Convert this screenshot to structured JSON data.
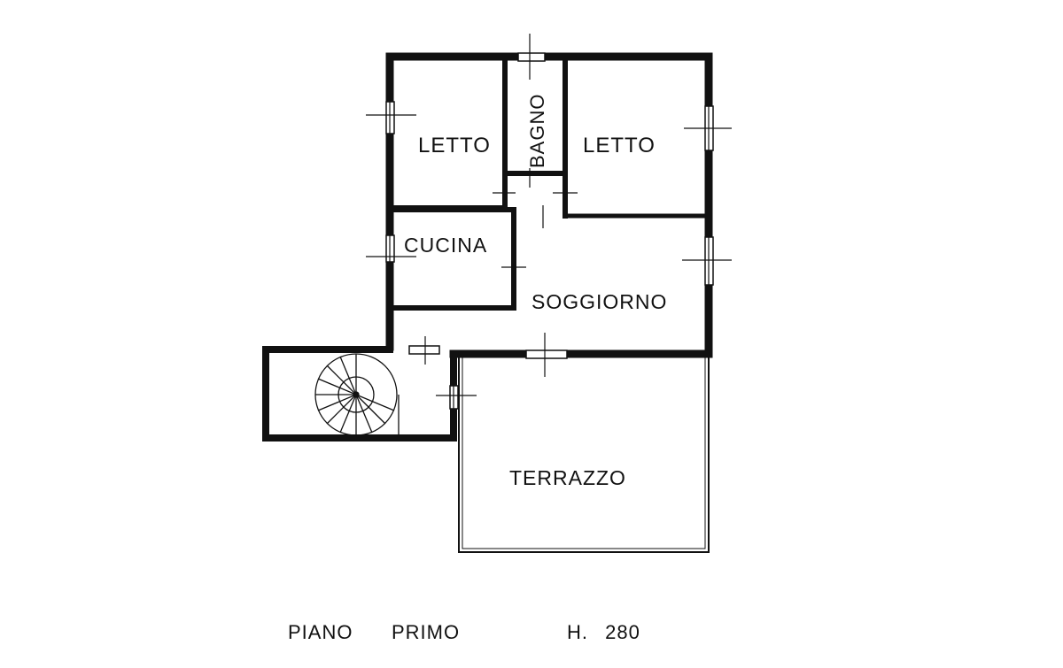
{
  "rooms": {
    "letto_left": "LETTO",
    "bagno": "BAGNO",
    "letto_right": "LETTO",
    "cucina": "CUCINA",
    "soggiorno": "SOGGIORNO",
    "terrazzo": "TERRAZZO"
  },
  "footer": {
    "floor_label_1": "PIANO",
    "floor_label_2": "PRIMO",
    "height_label": "H. 280"
  },
  "colors": {
    "wall": "#111111",
    "background": "#ffffff"
  }
}
